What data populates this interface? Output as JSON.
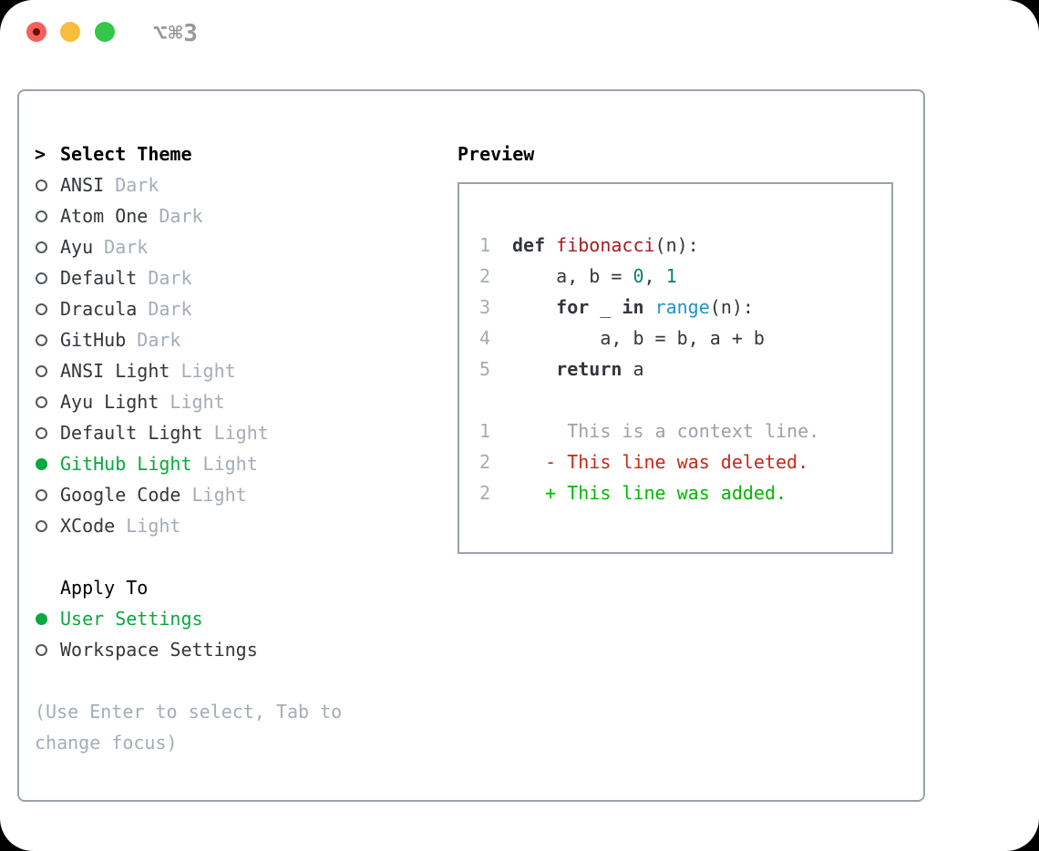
{
  "titlebar": {
    "title": "⌥⌘3",
    "traffic_lights": {
      "close_color": "#f4615a",
      "minimize_color": "#f8bd3d",
      "zoom_color": "#34c749"
    }
  },
  "colors": {
    "accent_green": "#0aa83e",
    "panel_border": "#9aa2ac",
    "muted_gray": "#a4acb6",
    "syntax_title_red": "#ac1a1d",
    "syntax_number_teal": "#0c7d78",
    "syntax_builtin_blue": "#2095c8",
    "diff_deleted_red": "#c6281b",
    "diff_added_green": "#00b800"
  },
  "theme_picker": {
    "header": {
      "prefix": ">",
      "label": "Select Theme"
    },
    "items": [
      {
        "name": "ANSI",
        "variant": "Dark",
        "selected": false
      },
      {
        "name": "Atom One",
        "variant": "Dark",
        "selected": false
      },
      {
        "name": "Ayu",
        "variant": "Dark",
        "selected": false
      },
      {
        "name": "Default",
        "variant": "Dark",
        "selected": false
      },
      {
        "name": "Dracula",
        "variant": "Dark",
        "selected": false
      },
      {
        "name": "GitHub",
        "variant": "Dark",
        "selected": false
      },
      {
        "name": "ANSI Light",
        "variant": "Light",
        "selected": false
      },
      {
        "name": "Ayu Light",
        "variant": "Light",
        "selected": false
      },
      {
        "name": "Default Light",
        "variant": "Light",
        "selected": false
      },
      {
        "name": "GitHub Light",
        "variant": "Light",
        "selected": true
      },
      {
        "name": "Google Code",
        "variant": "Light",
        "selected": false
      },
      {
        "name": "XCode",
        "variant": "Light",
        "selected": false
      }
    ],
    "apply_to": {
      "label": "Apply To",
      "options": [
        {
          "name": "User Settings",
          "selected": true
        },
        {
          "name": "Workspace Settings",
          "selected": false
        }
      ]
    },
    "hint": "(Use Enter to select, Tab to change focus)"
  },
  "preview": {
    "label": "Preview",
    "code_lines": [
      {
        "num": "1",
        "segments": [
          {
            "t": "def ",
            "c": "keyword"
          },
          {
            "t": "fibonacci",
            "c": "title"
          },
          {
            "t": "(n):",
            "c": "plain"
          }
        ]
      },
      {
        "num": "2",
        "segments": [
          {
            "t": "    a, b = ",
            "c": "plain"
          },
          {
            "t": "0",
            "c": "number"
          },
          {
            "t": ", ",
            "c": "plain"
          },
          {
            "t": "1",
            "c": "number"
          }
        ]
      },
      {
        "num": "3",
        "segments": [
          {
            "t": "    ",
            "c": "plain"
          },
          {
            "t": "for",
            "c": "keyword"
          },
          {
            "t": " _ ",
            "c": "plain"
          },
          {
            "t": "in",
            "c": "keyword"
          },
          {
            "t": " ",
            "c": "plain"
          },
          {
            "t": "range",
            "c": "builtin"
          },
          {
            "t": "(n):",
            "c": "plain"
          }
        ]
      },
      {
        "num": "4",
        "segments": [
          {
            "t": "        a, b = b, a + b",
            "c": "plain"
          }
        ]
      },
      {
        "num": "5",
        "segments": [
          {
            "t": "    ",
            "c": "plain"
          },
          {
            "t": "return",
            "c": "keyword"
          },
          {
            "t": " a",
            "c": "plain"
          }
        ]
      }
    ],
    "diff_lines": [
      {
        "num": "1",
        "segments": [
          {
            "t": "     This is a context line.",
            "c": "context"
          }
        ]
      },
      {
        "num": "2",
        "segments": [
          {
            "t": "   - This line was deleted.",
            "c": "deleted"
          }
        ]
      },
      {
        "num": "2",
        "segments": [
          {
            "t": "   + This line was added.",
            "c": "added"
          }
        ]
      }
    ]
  }
}
